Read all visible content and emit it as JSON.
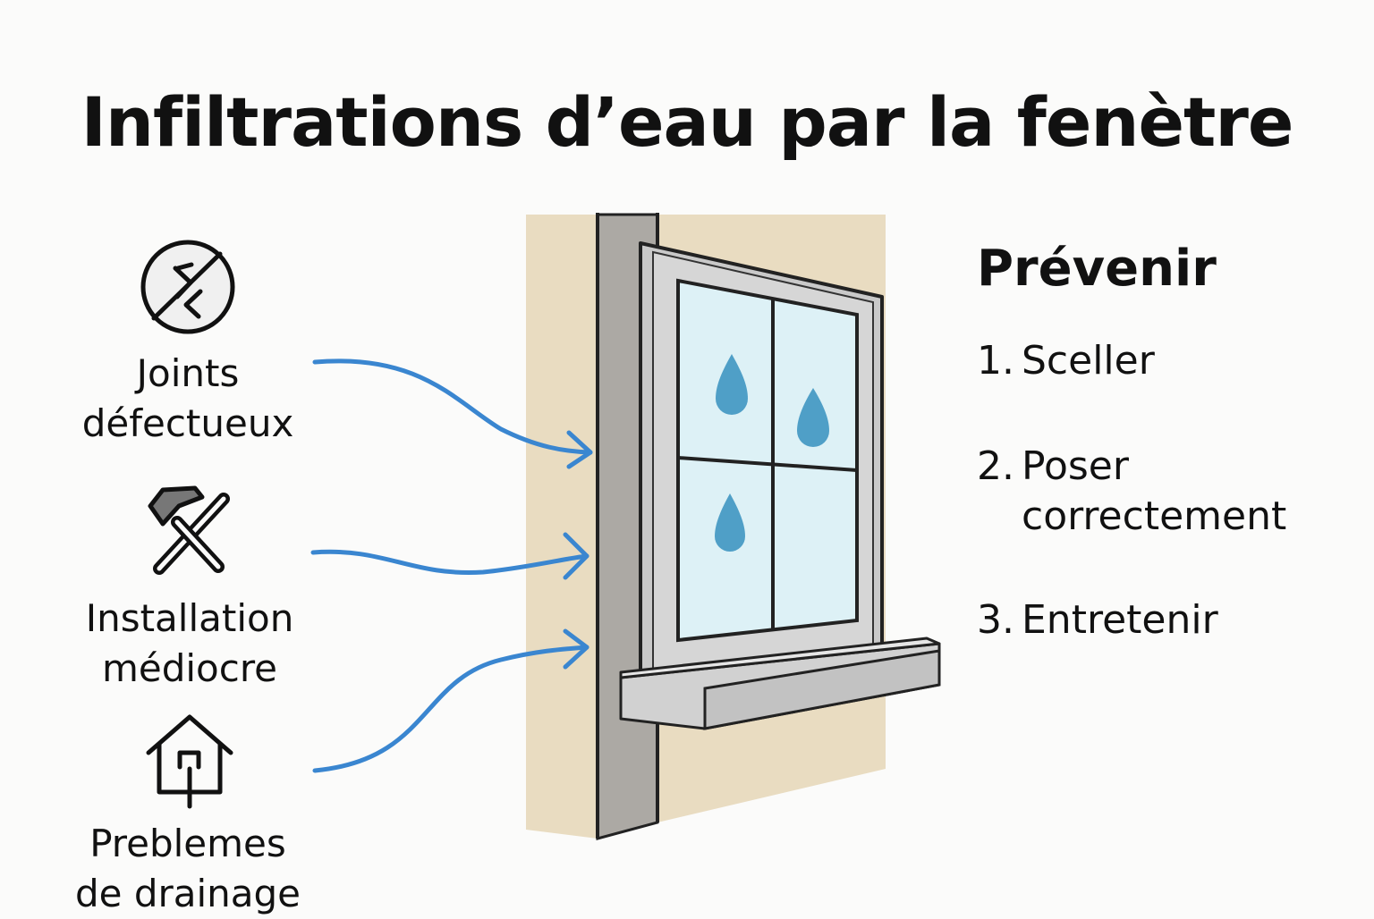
{
  "title": "Infiltrations d’eau par la fenètre",
  "causes": [
    {
      "icon": "broken-joint-icon",
      "lines": [
        "Joints",
        "défectueux"
      ]
    },
    {
      "icon": "hammer-tools-icon",
      "lines": [
        "Installation",
        "médiocre"
      ]
    },
    {
      "icon": "house-drain-icon",
      "lines": [
        "Preblemes",
        "de drainage"
      ]
    }
  ],
  "prevention": {
    "title": "Prévenir",
    "steps": [
      {
        "number": "1.",
        "lines": [
          "Sceller"
        ]
      },
      {
        "number": "2.",
        "lines": [
          "Poser",
          "correctement"
        ]
      },
      {
        "number": "3.",
        "lines": [
          "Entretenir"
        ]
      }
    ]
  },
  "colors": {
    "arrow": "#3a86d0",
    "wall": "#e9dcc1",
    "frame": "#c9c9c9",
    "glass": "#ddf1f6",
    "drop": "#4f9fc7"
  }
}
